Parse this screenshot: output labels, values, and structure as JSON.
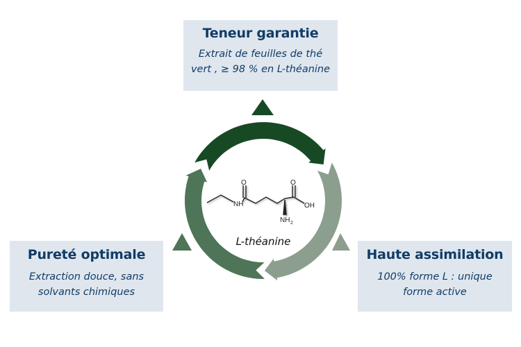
{
  "center": {
    "label": "L-théanine",
    "molecule_labels": {
      "nh": "NH",
      "oh": "OH",
      "nh2": "NH",
      "sub2": "2",
      "o": "O"
    }
  },
  "boxes": {
    "top": {
      "title": "Teneur garantie",
      "line1": "Extrait de feuilles de thé",
      "line2": "vert , ≥ 98 % en L-théanine"
    },
    "left": {
      "title": "Pureté optimale",
      "line1": "Extraction douce, sans",
      "line2": "solvants chimiques"
    },
    "right": {
      "title": "Haute assimilation",
      "line1": "100% forme L : unique",
      "line2": "forme active"
    }
  },
  "colors": {
    "dark": "#174a24",
    "medium": "#4e7558",
    "light": "#8c9f8f",
    "box": "#dfe6ee",
    "text": "#113c66"
  }
}
